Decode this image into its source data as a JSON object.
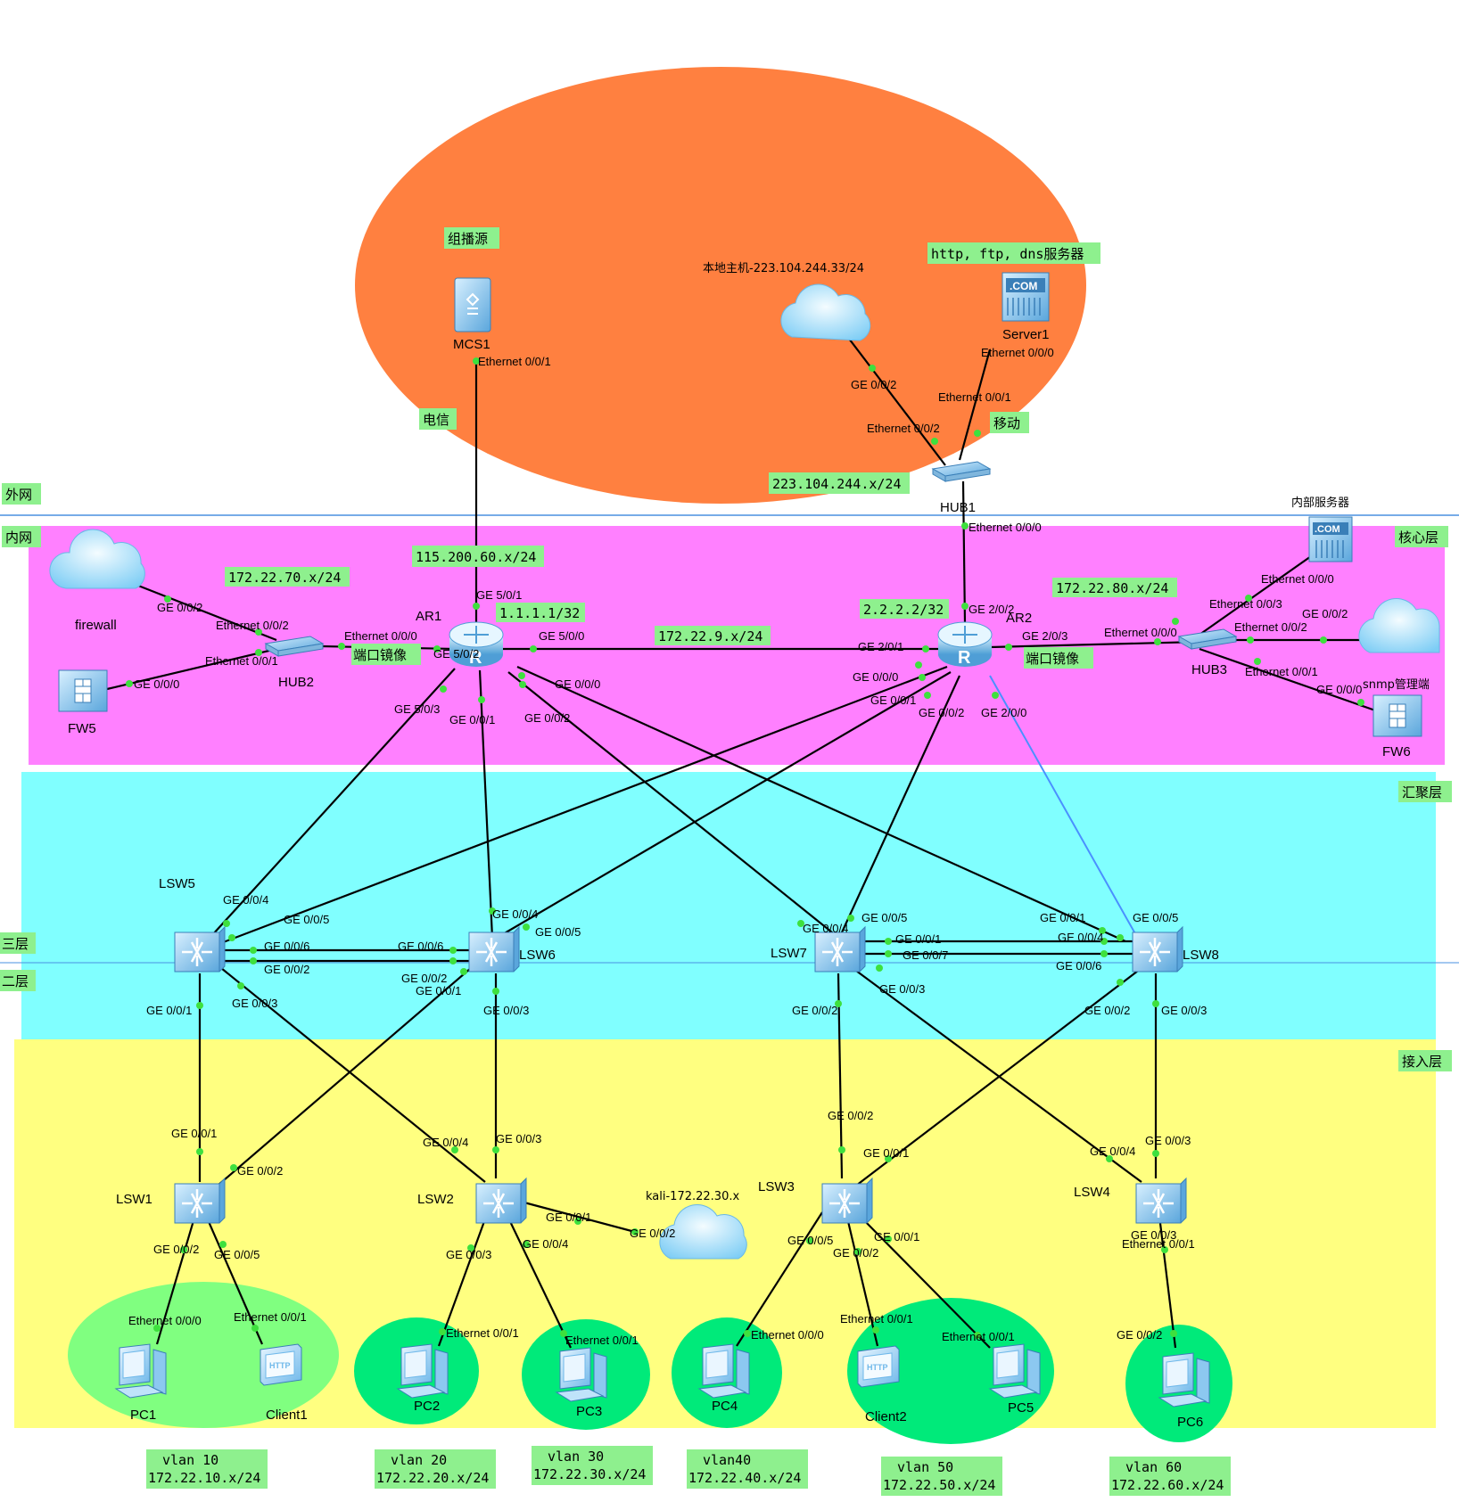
{
  "zones": {
    "external": "外网",
    "internal": "内网",
    "core": "核心层",
    "aggregation": "汇聚层",
    "access": "接入层",
    "layer3": "三层",
    "layer2": "二层"
  },
  "isp_labels": {
    "telecom": "电信",
    "mobile": "移动",
    "multicast_source": "组播源",
    "local_host": "本地主机-223.104.244.33/24",
    "servers_title": "http, ftp, dns服务器",
    "internal_server_title": "内部服务器",
    "snmp": "snmp管理端",
    "kali": "kali-172.22.30.x",
    "port_mirror_1": "端口镜像",
    "port_mirror_2": "端口镜像"
  },
  "net_tags": {
    "mobile_net": "223.104.244.x/24",
    "telecom_net": "115.200.60.x/24",
    "ar1_loop": "1.1.1.1/32",
    "ar2_loop": "2.2.2.2/32",
    "core_link": "172.22.9.x/24",
    "hub2_net": "172.22.70.x/24",
    "hub3_net": "172.22.80.x/24"
  },
  "vlans": [
    {
      "name": "vlan 10",
      "net": "172.22.10.x/24"
    },
    {
      "name": "vlan 20",
      "net": "172.22.20.x/24"
    },
    {
      "name": "vlan 30",
      "net": "172.22.30.x/24"
    },
    {
      "name": "vlan40",
      "net": "172.22.40.x/24"
    },
    {
      "name": "vlan 50",
      "net": "172.22.50.x/24"
    },
    {
      "name": "vlan 60",
      "net": "172.22.60.x/24"
    }
  ],
  "devices": {
    "mcs1": "MCS1",
    "server1": "Server1",
    "hub1": "HUB1",
    "hub2": "HUB2",
    "hub3": "HUB3",
    "ar1": "AR1",
    "ar2": "AR2",
    "fw5": "FW5",
    "fw6": "FW6",
    "firewall": "firewall",
    "lsw1": "LSW1",
    "lsw2": "LSW2",
    "lsw3": "LSW3",
    "lsw4": "LSW4",
    "lsw5": "LSW5",
    "lsw6": "LSW6",
    "lsw7": "LSW7",
    "lsw8": "LSW8",
    "pc1": "PC1",
    "pc2": "PC2",
    "pc3": "PC3",
    "pc4": "PC4",
    "pc5": "PC5",
    "pc6": "PC6",
    "client1": "Client1",
    "client2": "Client2"
  },
  "ports": [
    "Ethernet 0/0/1",
    "GE 0/0/2",
    "Ethernet 0/0/0",
    "Ethernet 0/0/1",
    "Ethernet 0/0/2",
    "Ethernet 0/0/0",
    "GE 0/0/2",
    "Ethernet 0/0/2",
    "Ethernet 0/0/1",
    "GE 0/0/0",
    "Ethernet 0/0/0",
    "GE 5/0/1",
    "GE 5/0/0",
    "GE 5/0/2",
    "GE 5/0/3",
    "GE 0/0/1",
    "GE 0/0/2",
    "GE 0/0/0",
    "GE 2/0/2",
    "GE 2/0/1",
    "GE 2/0/3",
    "GE 0/0/0",
    "GE 0/0/1",
    "GE 0/0/2",
    "GE 2/0/0",
    "Ethernet 0/0/0",
    "Ethernet 0/0/3",
    "GE 0/0/2",
    "Ethernet 0/0/2",
    "Ethernet 0/0/0",
    "Ethernet 0/0/1",
    "GE 0/0/0",
    "GE 0/0/4",
    "GE 0/0/5",
    "GE 0/0/6",
    "GE 0/0/2",
    "GE 0/0/1",
    "GE 0/0/3",
    "GE 0/0/4",
    "GE 0/0/5",
    "GE 0/0/6",
    "GE 0/0/2",
    "GE 0/0/1",
    "GE 0/0/3",
    "GE 0/0/4",
    "GE 0/0/5",
    "GE 0/0/1",
    "GE 0/0/7",
    "GE 0/0/2",
    "GE 0/0/3",
    "GE 0/0/1",
    "GE 0/0/5",
    "GE 0/0/4",
    "GE 0/0/6",
    "GE 0/0/2",
    "GE 0/0/3",
    "GE 0/0/1",
    "GE 0/0/2",
    "GE 0/0/3",
    "GE 0/0/4",
    "GE 0/0/2",
    "GE 0/0/1",
    "GE 0/0/4",
    "GE 0/0/3",
    "GE 0/0/5",
    "GE 0/0/2",
    "GE 0/0/1",
    "GE 0/0/2",
    "GE 0/0/5",
    "GE 0/0/3",
    "GE 0/0/4",
    "GE 0/0/1",
    "GE 0/0/2",
    "GE 0/0/3",
    "Ethernet 0/0/1",
    "Ethernet 0/0/0",
    "Ethernet 0/0/1",
    "Ethernet 0/0/1",
    "Ethernet 0/0/1",
    "Ethernet 0/0/0",
    "Ethernet 0/0/1",
    "Ethernet 0/0/1",
    "GE 0/0/2"
  ],
  "colors": {
    "external": "#ff8040",
    "core": "#ff80ff",
    "aggregation": "#80ffff",
    "access": "#ffff80",
    "tag": "#8ef08e",
    "vlan1": "#80ff80",
    "vlan_other": "#00f080",
    "link": "#000000",
    "special_link": "#4090ff",
    "port_dot": "#40e040"
  }
}
